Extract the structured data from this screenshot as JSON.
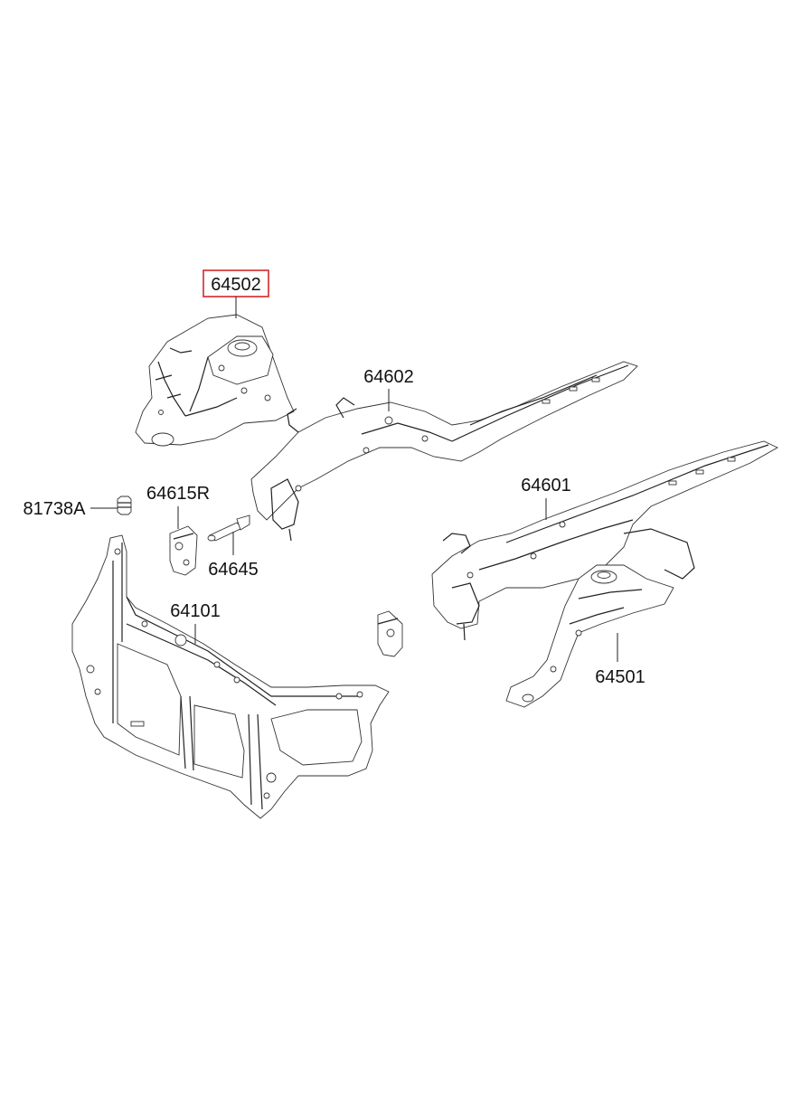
{
  "diagram": {
    "parts": [
      {
        "id": "64502",
        "label": "64502",
        "highlighted": true
      },
      {
        "id": "64602",
        "label": "64602",
        "highlighted": false
      },
      {
        "id": "64615R",
        "label": "64615R",
        "highlighted": false
      },
      {
        "id": "81738A",
        "label": "81738A",
        "highlighted": false
      },
      {
        "id": "64645",
        "label": "64645",
        "highlighted": false
      },
      {
        "id": "64601",
        "label": "64601",
        "highlighted": false
      },
      {
        "id": "64101",
        "label": "64101",
        "highlighted": false
      },
      {
        "id": "64501",
        "label": "64501",
        "highlighted": false
      }
    ],
    "highlight_color": "#d0282a"
  }
}
